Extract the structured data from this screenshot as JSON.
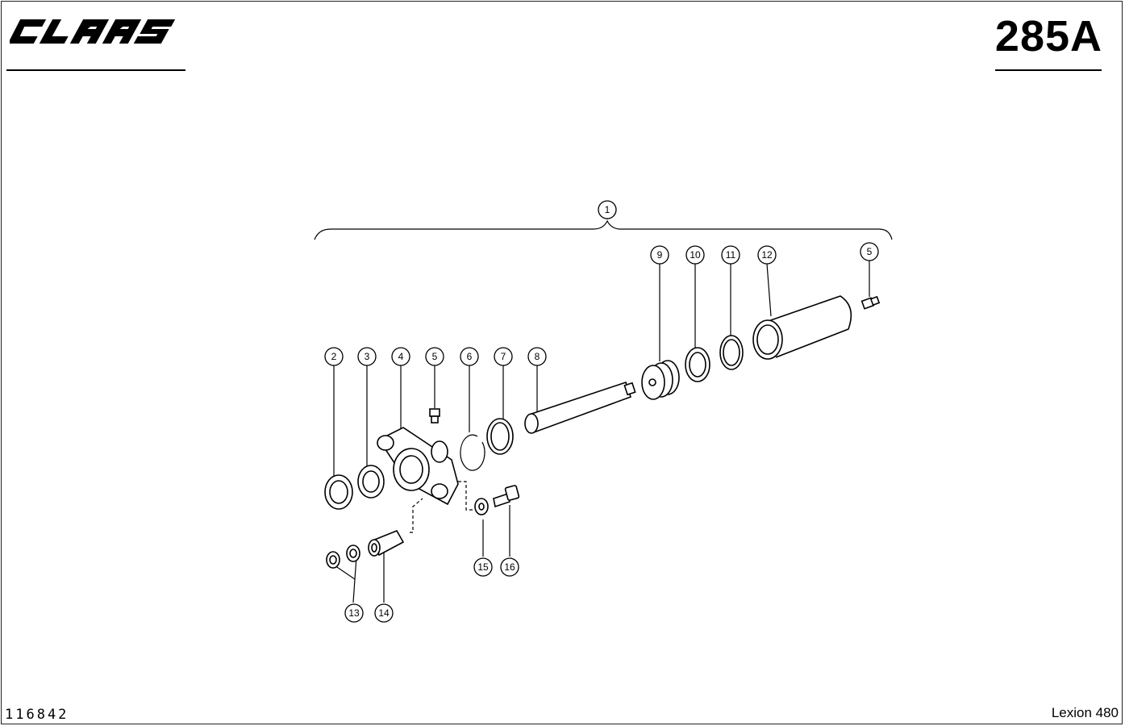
{
  "header": {
    "brand": "CLAAS",
    "page_number": "285A"
  },
  "footer": {
    "document_number": "116842",
    "model": "Lexion 480"
  },
  "callouts": [
    {
      "id": "c1",
      "label": "1"
    },
    {
      "id": "c2",
      "label": "2"
    },
    {
      "id": "c3",
      "label": "3"
    },
    {
      "id": "c4",
      "label": "4"
    },
    {
      "id": "c5a",
      "label": "5"
    },
    {
      "id": "c5b",
      "label": "5"
    },
    {
      "id": "c6",
      "label": "6"
    },
    {
      "id": "c7",
      "label": "7"
    },
    {
      "id": "c8",
      "label": "8"
    },
    {
      "id": "c9",
      "label": "9"
    },
    {
      "id": "c10",
      "label": "10"
    },
    {
      "id": "c11",
      "label": "11"
    },
    {
      "id": "c12",
      "label": "12"
    },
    {
      "id": "c13",
      "label": "13"
    },
    {
      "id": "c14",
      "label": "14"
    },
    {
      "id": "c15",
      "label": "15"
    },
    {
      "id": "c16",
      "label": "16"
    }
  ]
}
